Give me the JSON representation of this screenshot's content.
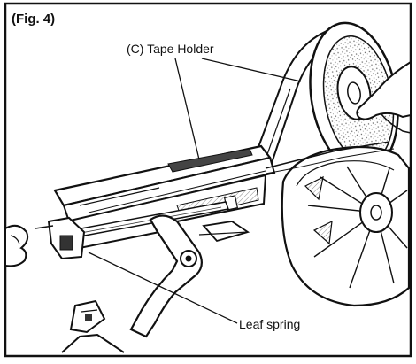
{
  "figure": {
    "label": "(Fig. 4)"
  },
  "callouts": {
    "tape_holder": "(C) Tape Holder",
    "leaf_spring": "Leaf spring"
  },
  "colors": {
    "paper": "#ffffff",
    "ink": "#111111",
    "shade": "#555555",
    "hatch": "#777777"
  }
}
